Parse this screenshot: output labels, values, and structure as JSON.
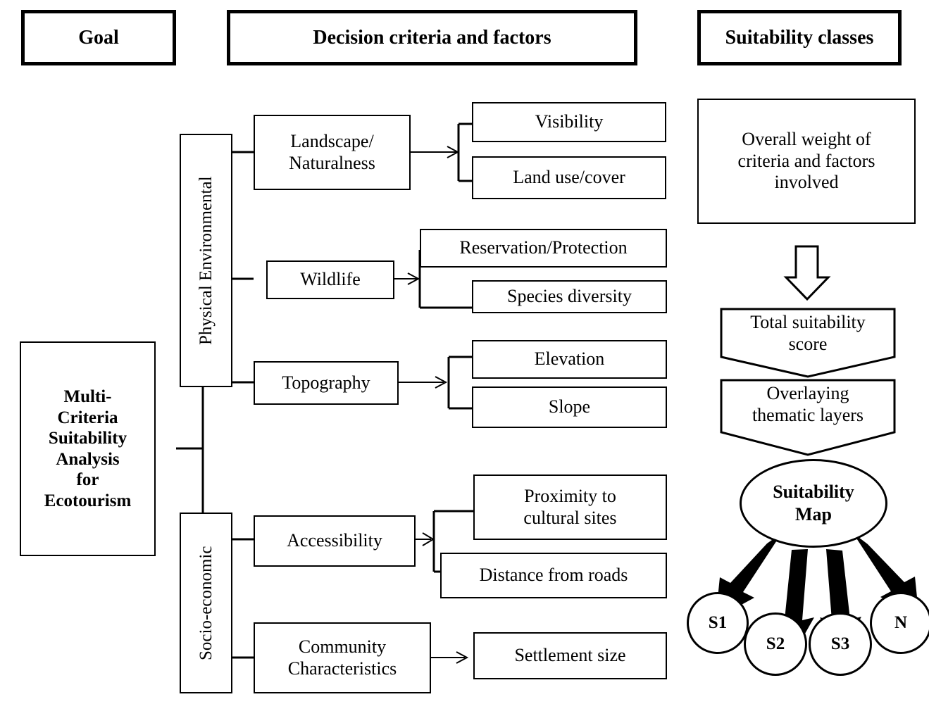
{
  "headers": {
    "goal": "Goal",
    "criteria": "Decision criteria and factors",
    "classes": "Suitability classes"
  },
  "goal_box": {
    "lines": [
      "Multi-",
      "Criteria",
      "Suitability",
      "Analysis",
      "for",
      "Ecotourism"
    ],
    "text": "Multi-Criteria Suitability Analysis for Ecotourism"
  },
  "dimensions": {
    "physical": "Physical Environmental",
    "socio": "Socio-economic"
  },
  "criteria": [
    {
      "label": "Landscape/ Naturalness",
      "line1": "Landscape/",
      "line2": "Naturalness"
    },
    {
      "label": "Wildlife"
    },
    {
      "label": "Topography"
    },
    {
      "label": "Accessibility"
    },
    {
      "label": "Community Characteristics",
      "line1": "Community",
      "line2": "Characteristics"
    }
  ],
  "factors": {
    "visibility": "Visibility",
    "land_use_cover": "Land use/cover",
    "reservation_protection": "Reservation/Protection",
    "species_diversity": "Species diversity",
    "elevation": "Elevation",
    "slope": "Slope",
    "proximity_cultural_line1": "Proximity to",
    "proximity_cultural_line2": "cultural sites",
    "distance_roads": "Distance from roads",
    "settlement_size": "Settlement size"
  },
  "suitability": {
    "overall_weight_line1": "Overall weight of",
    "overall_weight_line2": "criteria and factors",
    "overall_weight_line3": "involved",
    "total_score_line1": "Total suitability",
    "total_score_line2": "score",
    "overlaying_line1": "Overlaying",
    "overlaying_line2": "thematic layers",
    "map_line1": "Suitability",
    "map_line2": "Map",
    "classes": [
      "S1",
      "S2",
      "S3",
      "N"
    ]
  },
  "colors": {
    "stroke": "#000000",
    "background": "#ffffff"
  }
}
